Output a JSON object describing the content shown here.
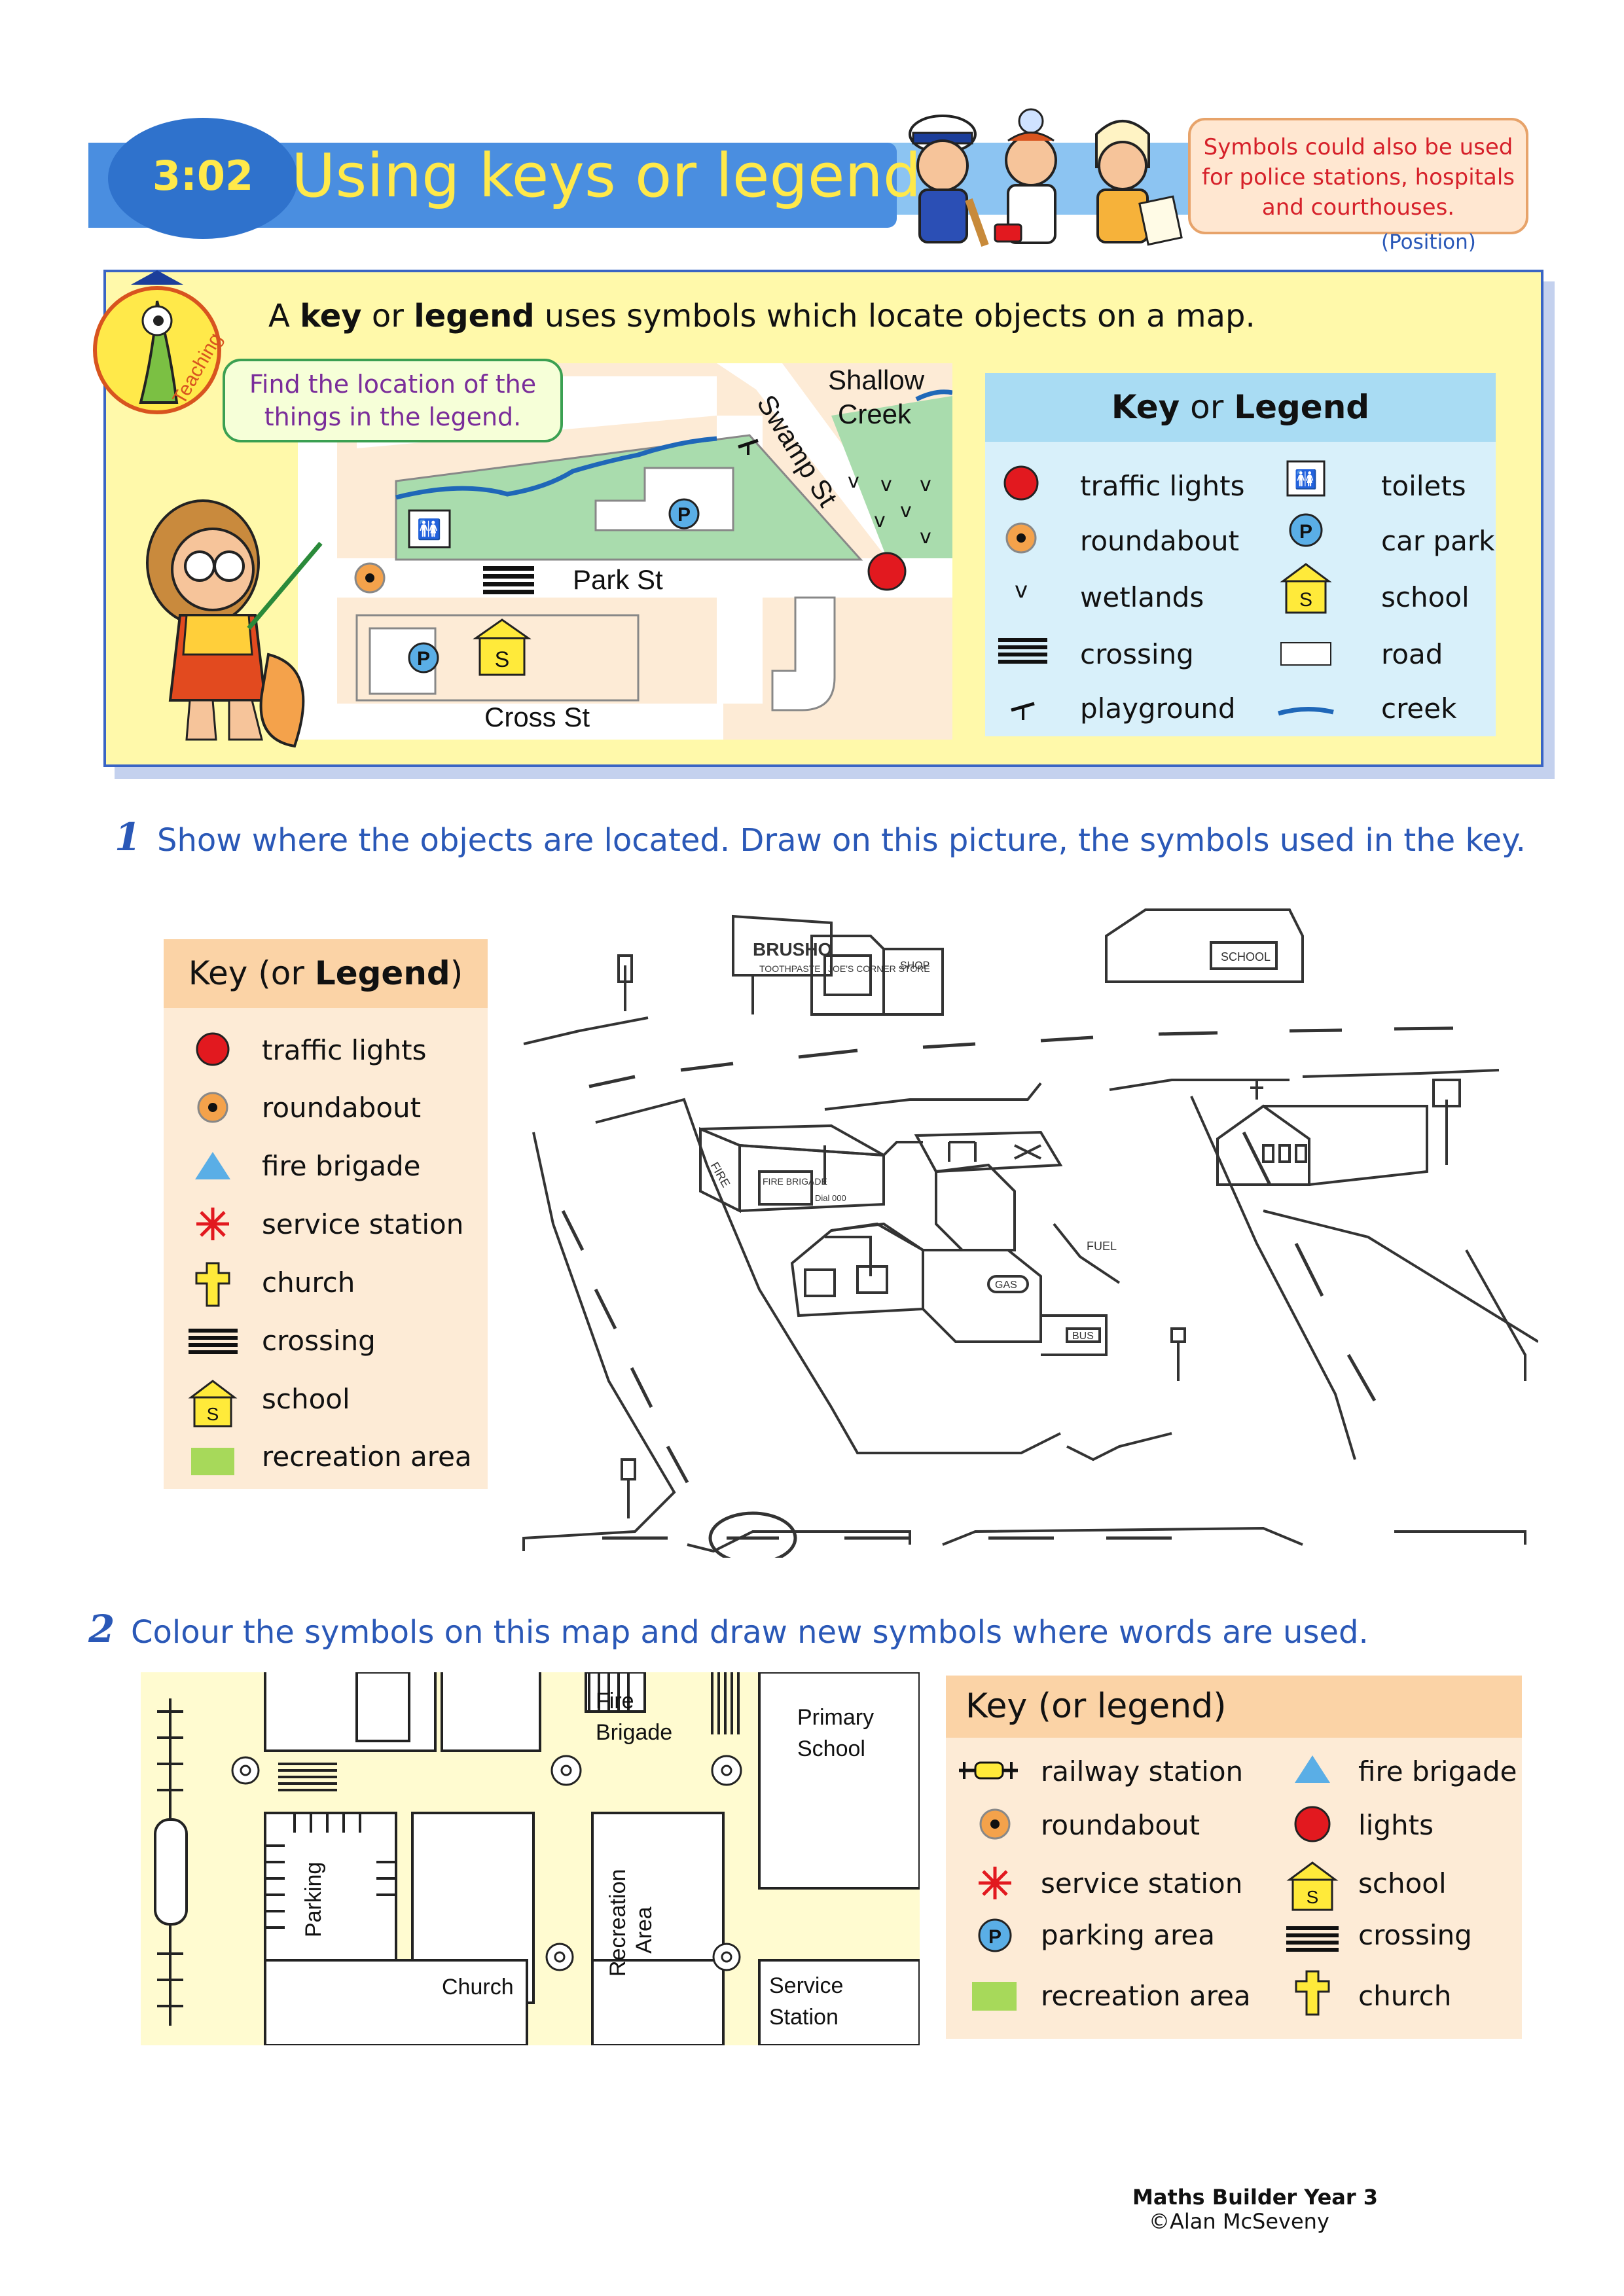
{
  "header": {
    "lesson_number": "3:02",
    "lesson_title": "Using keys or legends",
    "note": "Symbols could also be used for police stations, hospitals and courthouses.",
    "position_label": "(Position)",
    "teaching_badge": "Teaching"
  },
  "teaching": {
    "intro_a": "A ",
    "intro_key": "key",
    "intro_or": " or ",
    "intro_legend": "legend",
    "intro_rest": " uses symbols which locate objects on a map.",
    "find_bubble": "Find the location of the things in the legend.",
    "map_labels": {
      "shallow": "Shallow",
      "creek": "Creek",
      "swamp_st": "Swamp St",
      "park_st": "Park St",
      "cross_st": "Cross St"
    },
    "legend_title_key": "Key",
    "legend_title_or": " or ",
    "legend_title_legend": "Legend",
    "legend_items": [
      {
        "icon": "traffic-lights-icon",
        "label": "traffic lights"
      },
      {
        "icon": "roundabout-icon",
        "label": "roundabout"
      },
      {
        "icon": "wetlands-icon",
        "label": "wetlands"
      },
      {
        "icon": "crossing-icon",
        "label": "crossing"
      },
      {
        "icon": "playground-icon",
        "label": "playground"
      },
      {
        "icon": "toilets-icon",
        "label": "toilets"
      },
      {
        "icon": "car-park-icon",
        "label": "car park"
      },
      {
        "icon": "school-icon",
        "label": "school"
      },
      {
        "icon": "road-icon",
        "label": "road"
      },
      {
        "icon": "creek-icon",
        "label": "creek"
      }
    ],
    "symbols": {
      "school": "S",
      "parking": "P"
    }
  },
  "question1": {
    "number": "1",
    "text": "Show where the objects are located. Draw on this picture, the symbols used in the key.",
    "legend_title_key": "Key",
    "legend_title_or": " (or ",
    "legend_title_legend": "Legend",
    "legend_title_close": ")",
    "legend_items": [
      {
        "icon": "traffic-lights-icon",
        "label": "traffic lights"
      },
      {
        "icon": "roundabout-icon",
        "label": "roundabout"
      },
      {
        "icon": "fire-brigade-icon",
        "label": "fire brigade"
      },
      {
        "icon": "service-station-icon",
        "label": "service station"
      },
      {
        "icon": "church-icon",
        "label": "church"
      },
      {
        "icon": "crossing-icon",
        "label": "crossing"
      },
      {
        "icon": "school-icon",
        "label": "school"
      },
      {
        "icon": "recreation-area-icon",
        "label": "recreation area"
      }
    ],
    "picture_signs": {
      "billboard": "BRUSHO",
      "billboard_sub": "TOOTHPASTE",
      "store": "JOE'S CORNER STORE",
      "shop": "SHOP",
      "school": "SCHOOL",
      "fire": "FIRE",
      "fire_brigade": "FIRE BRIGADE",
      "dial": "Dial 000",
      "fuel": "FUEL",
      "gas": "GAS",
      "bus": "BUS"
    }
  },
  "question2": {
    "number": "2",
    "text": "Colour the symbols on this map and draw new symbols where words are used.",
    "map_labels": {
      "fire": "Fire",
      "brigade": "Brigade",
      "primary": "Primary",
      "school": "School",
      "parking": "Parking",
      "church": "Church",
      "recreation": "Recreation",
      "area": "Area",
      "service": "Service",
      "station": "Station"
    },
    "legend_title": "Key (or legend)",
    "legend_items": [
      {
        "icon": "railway-station-icon",
        "label": "railway station"
      },
      {
        "icon": "roundabout-icon",
        "label": "roundabout"
      },
      {
        "icon": "service-station-icon",
        "label": "service station"
      },
      {
        "icon": "parking-area-icon",
        "label": "parking area"
      },
      {
        "icon": "recreation-area-icon",
        "label": "recreation area"
      },
      {
        "icon": "fire-brigade-icon",
        "label": "fire brigade"
      },
      {
        "icon": "traffic-lights-icon",
        "label": "lights"
      },
      {
        "icon": "school-icon",
        "label": "school"
      },
      {
        "icon": "crossing-icon",
        "label": "crossing"
      },
      {
        "icon": "church-icon",
        "label": "church"
      }
    ]
  },
  "footer": {
    "book": "Maths Builder Year 3",
    "copyright": "©Alan McSeveny"
  },
  "colors": {
    "title_blue": "#2f72cc",
    "title_yellow": "#ffe94a",
    "question_blue": "#2a58b7",
    "traffic_red": "#e2191f",
    "roundabout_orange": "#f4a24b",
    "fire_blue": "#5aaee6",
    "school_yellow": "#ffea3a",
    "recreation_green": "#a7d95a",
    "creek_blue": "#1f67b8",
    "park_green": "#a9dcad"
  }
}
